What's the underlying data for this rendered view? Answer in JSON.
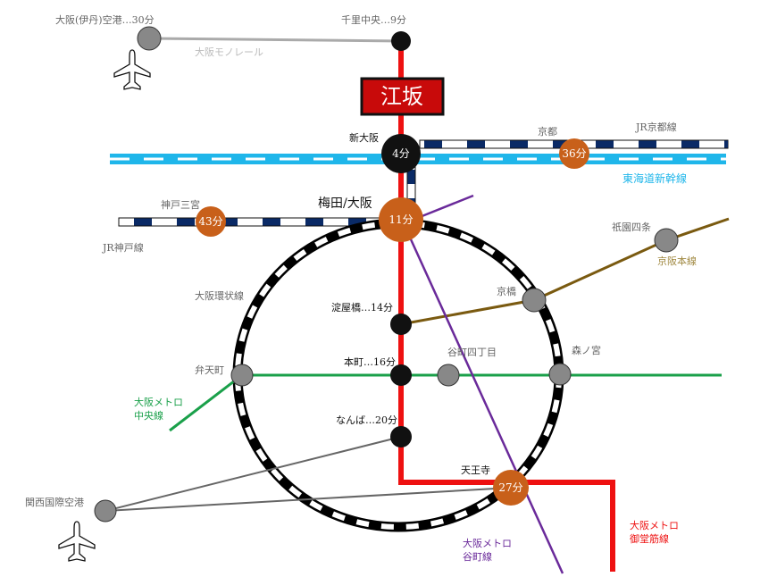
{
  "title": "江坂",
  "colors": {
    "midosuji": "#ee1111",
    "ring": "#000000",
    "shinkansen": "#1fb6ea",
    "jr": "#0a2a66",
    "keihan": "#7a5a10",
    "chuo": "#1aa04a",
    "tanimachi": "#6a2a9a",
    "monorail": "#aaaaaa",
    "badge": "#c8601a",
    "airport_line": "#666666"
  },
  "stations": {
    "itami": "大阪(伊丹)空港…30分",
    "senri": "千里中央…9分",
    "shin_osaka": "新大阪",
    "shin_osaka_time": "4分",
    "umeda": "梅田/大阪",
    "umeda_time": "11分",
    "kyoto": "京都",
    "kyoto_time": "36分",
    "kobe": "神戸三宮",
    "kobe_time": "43分",
    "gion": "祇園四条",
    "kyobashi": "京橋",
    "yodoyabashi": "淀屋橋…14分",
    "honmachi": "本町…16分",
    "tanimachi4": "谷町四丁目",
    "morinomiya": "森ノ宮",
    "bentencho": "弁天町",
    "namba": "なんば…20分",
    "tennoji": "天王寺",
    "tennoji_time": "27分",
    "kansai": "関西国際空港"
  },
  "lines": {
    "monorail": "大阪モノレール",
    "jr_kyoto": "JR京都線",
    "shinkansen": "東海道新幹線",
    "jr_kobe": "JR神戸線",
    "keihan": "京阪本線",
    "loop": "大阪環状線",
    "chuo": [
      "大阪メトロ",
      "中央線"
    ],
    "tanimachi": [
      "大阪メトロ",
      "谷町線"
    ],
    "midosuji": [
      "大阪メトロ",
      "御堂筋線"
    ]
  },
  "icons": [
    "airplane-icon",
    "airplane-icon"
  ]
}
